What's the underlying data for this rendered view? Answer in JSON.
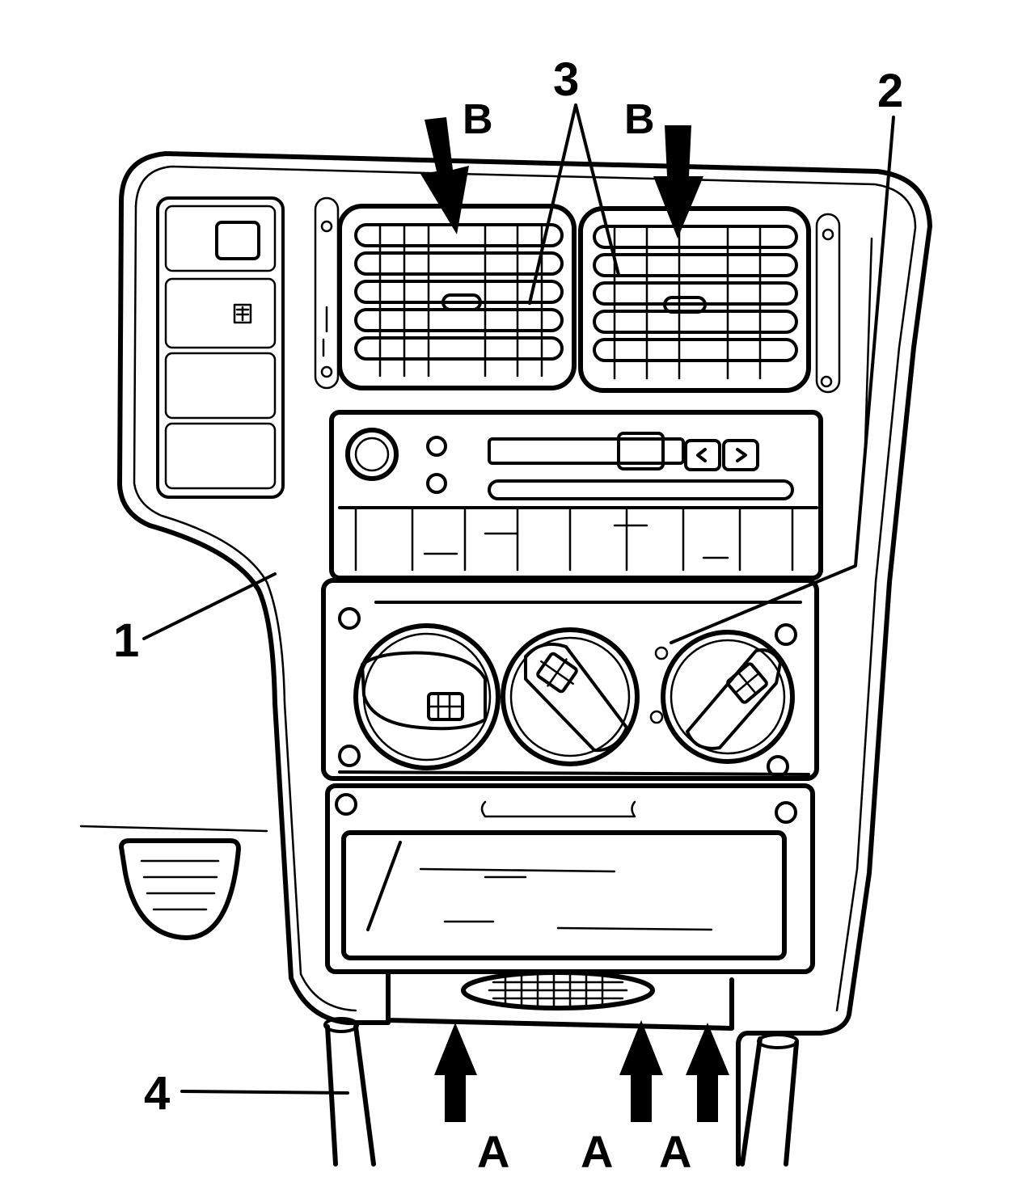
{
  "callouts": {
    "label_1": "1",
    "label_2": "2",
    "label_3": "3",
    "label_4": "4",
    "label_a1": "A",
    "label_a2": "A",
    "label_a3": "A",
    "label_b1": "B",
    "label_b2": "B"
  },
  "colors": {
    "ink": "#000000",
    "paper": "#ffffff"
  }
}
